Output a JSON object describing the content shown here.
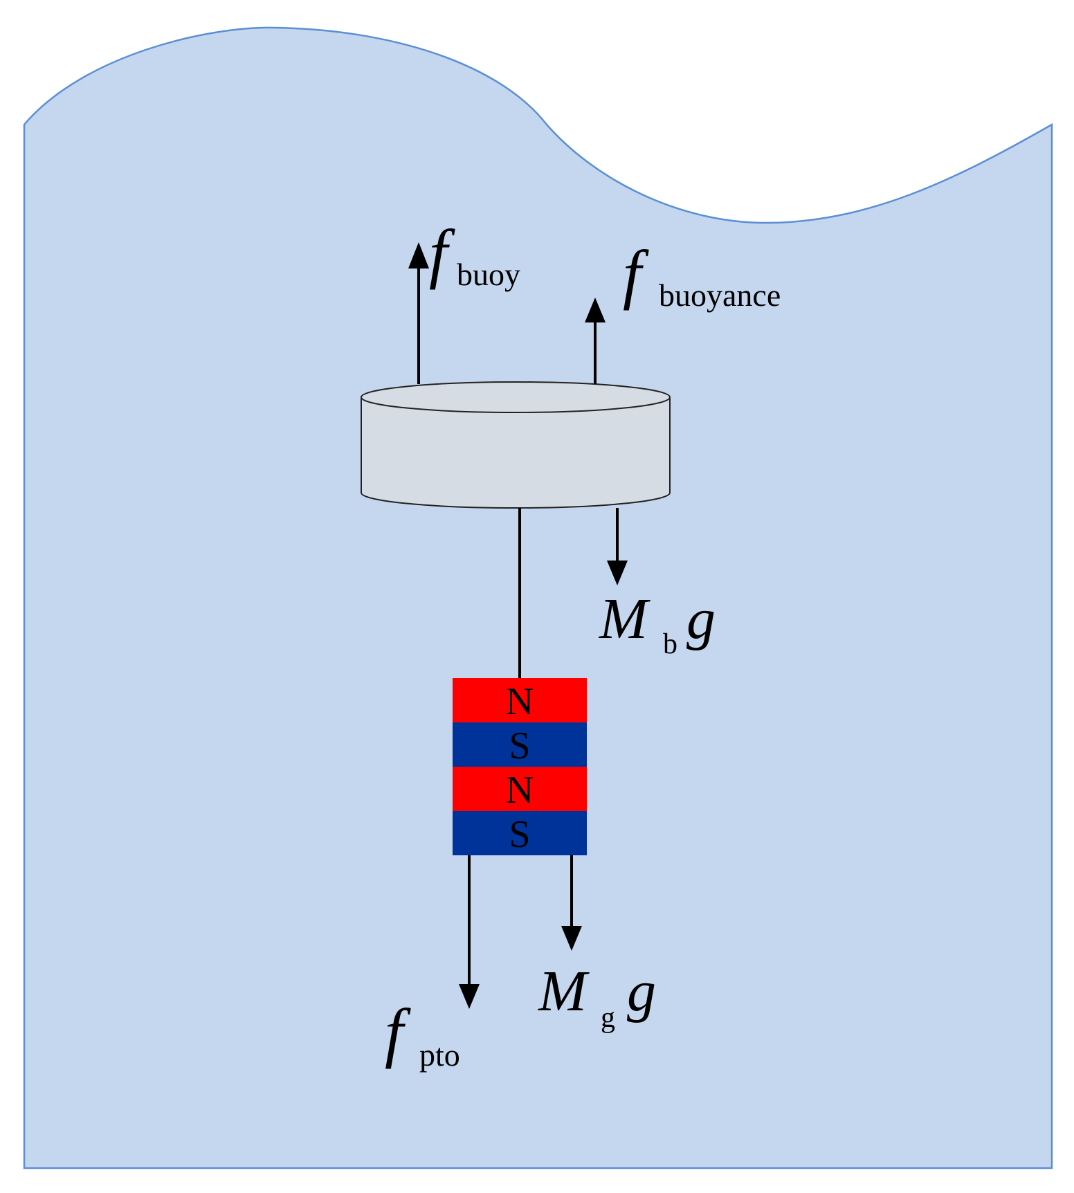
{
  "colors": {
    "water_fill": "#c5d7ef",
    "water_stroke": "#5b8fd4",
    "buoy_fill": "#d6dce4",
    "buoy_stroke": "#222222",
    "magnet_north": "#ff0000",
    "magnet_south": "#003399",
    "line": "#000000"
  },
  "forces": {
    "f_buoy": {
      "symbol": "f",
      "subscript": "buoy"
    },
    "f_buoyance": {
      "symbol": "f",
      "subscript": "buoyance"
    },
    "buoy_weight": {
      "symbol_M": "M",
      "subscript": "b",
      "symbol_g": "g"
    },
    "generator_weight": {
      "symbol_M": "M",
      "subscript": "g",
      "symbol_g": "g"
    },
    "f_pto": {
      "symbol": "f",
      "subscript": "pto"
    }
  },
  "magnet": {
    "poles": [
      "N",
      "S",
      "N",
      "S"
    ]
  }
}
